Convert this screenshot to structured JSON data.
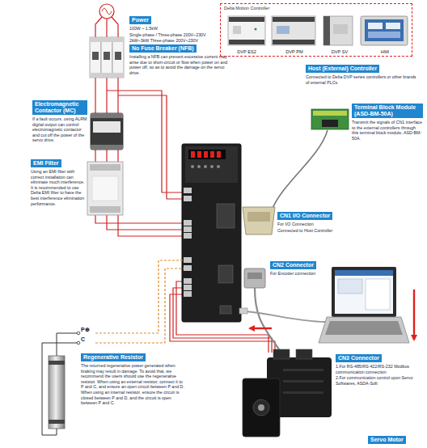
{
  "diagram": {
    "nodes": [
      {
        "text": [
          "Power",
          "100W ~ 1.5kW",
          "Single-phase / Three-phase 200V~230V",
          "2kW~3kW Three-phase 200V~230V"
        ]
      },
      {
        "text": [
          "No Fuse Breaker (NFB)",
          "Installing a NFB can prevent excessive current may arise due to short-circuit or flow when power on and power off, so as to avoid the damage on the servo drive."
        ]
      },
      {
        "text": [
          "Delta Motion Controller"
        ]
      },
      {
        "text": [
          "DVP ES2"
        ],
        "in": 2
      },
      {
        "text": [
          "DVP PM"
        ],
        "in": 2
      },
      {
        "text": [
          "DVP SV"
        ],
        "in": 2
      },
      {
        "text": [
          "HMI"
        ],
        "in": 2
      },
      {
        "text": [
          "Host (External) Controller",
          "Connected to Delta DVP series controllers or other brands of external PLCs."
        ]
      },
      {
        "text": [
          "Electromagnetic Contactor (MC)",
          "If a fault occurs, using ALRM digital output can control electromagnetic contactor and cut off the power of the servo drive."
        ]
      },
      {
        "text": [
          "Terminal Block Module (ASD-BM-50A)",
          "Transmit the signals of CN1 interface to the external controllers through this terminal block module, ASD-BM-50A."
        ]
      },
      {
        "text": [
          "EMI Filter",
          "Using an EMI filter with correct installation can eliminate much interference. It is recommended to use Delta EMI filter to have the best interference elimination performance."
        ]
      },
      {
        "text": [
          "CN1 I/O Connector",
          "For I/O Connection",
          "Connected to Host Controller"
        ]
      },
      {
        "text": [
          "CN2 Connector",
          "For Encoder connection"
        ]
      },
      {
        "text": [
          "Regenerative Resistor",
          "The returned regenerative power generated when braking may result in damage. To avoid that, we recommend the users should use the regenerative resistor. When using an external resistor, connect it to P and C, and ensure an open circuit between P and D. When using an internal resistor, ensure the circuit is closed between P and D, and the circuit is open between P and C."
        ]
      },
      {
        "text": [
          "CN3 Connector",
          "1.For RS-485/RS-422/RS-232 Modbus communication connection",
          "2.For communication control upon Servo Softwares, ASDA-Soft"
        ]
      },
      {
        "text": [
          "Servo Motor"
        ]
      }
    ],
    "labels": [
      "P⊕",
      "C"
    ]
  }
}
